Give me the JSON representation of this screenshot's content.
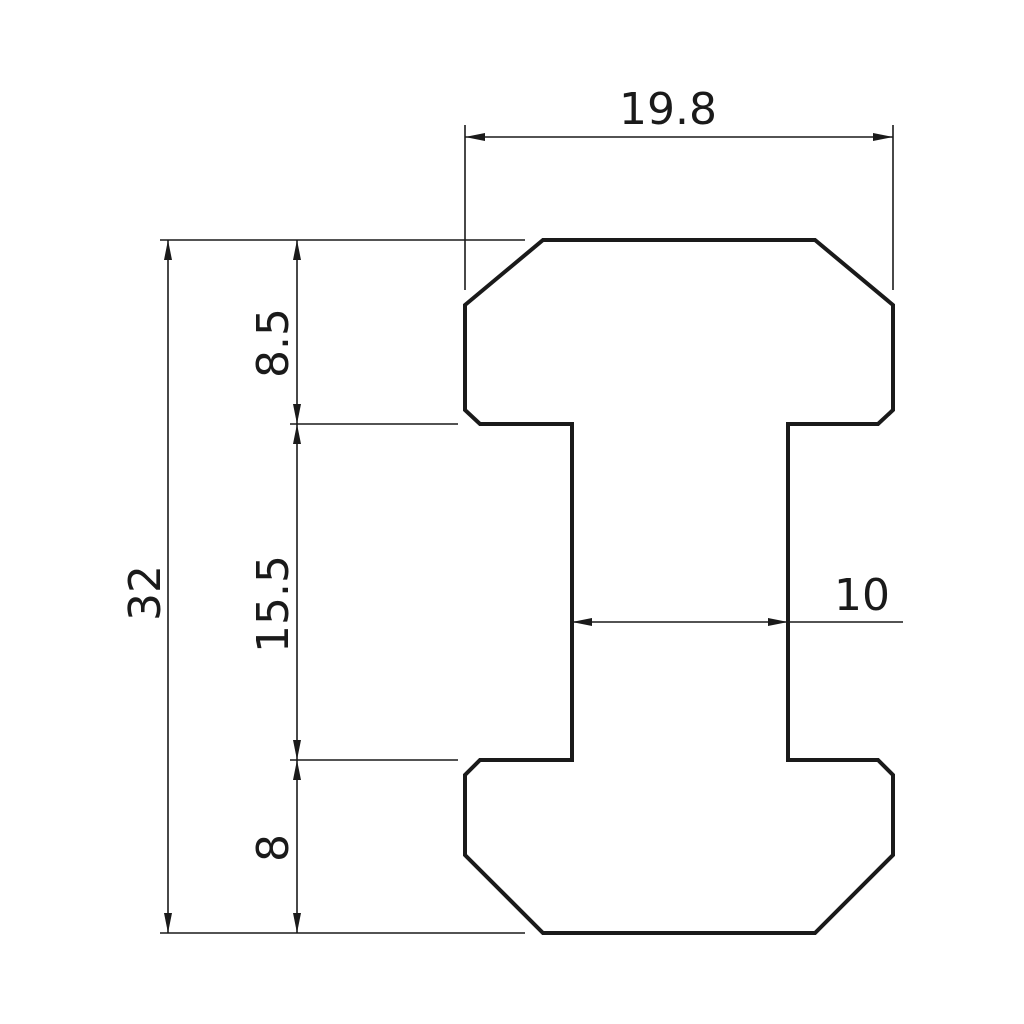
{
  "dimensions": {
    "overall_width": "19.8",
    "overall_height": "32",
    "top_flange_height": "8.5",
    "web_height": "15.5",
    "bottom_flange_height": "8",
    "web_width": "10"
  },
  "colors": {
    "line": "#1a1a1a",
    "background": "#ffffff"
  }
}
